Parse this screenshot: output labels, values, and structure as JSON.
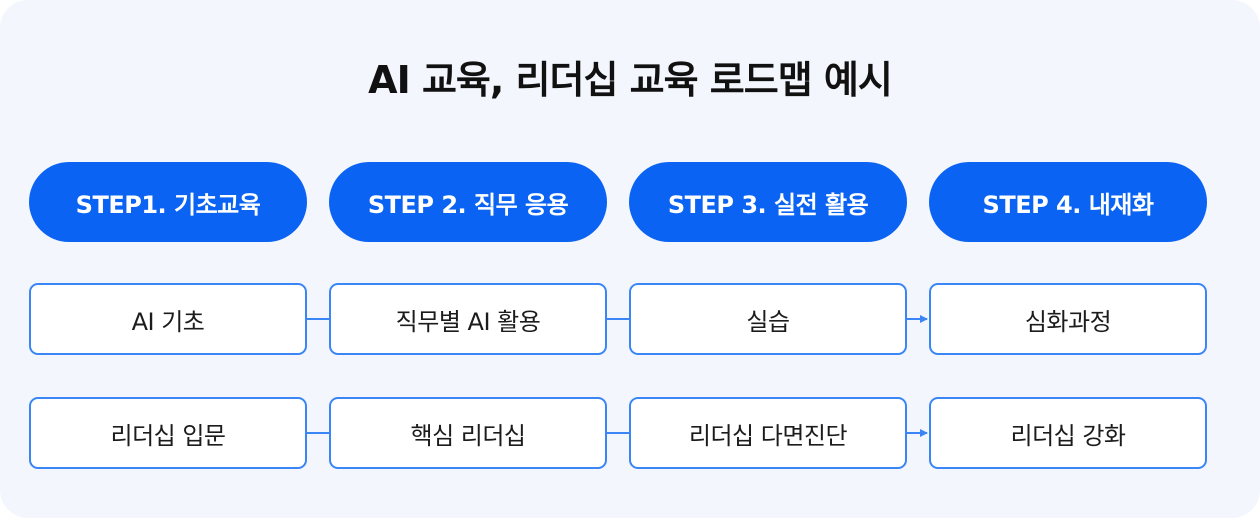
{
  "title": "AI 교육, 리더십 교육 로드맵 예시",
  "steps": [
    {
      "label": "STEP1. 기초교육"
    },
    {
      "label": "STEP 2. 직무 응용"
    },
    {
      "label": "STEP 3. 실전 활용"
    },
    {
      "label": "STEP 4. 내재화"
    }
  ],
  "rows": [
    {
      "items": [
        "AI 기초",
        "직무별 AI 활용",
        "실습",
        "심화과정"
      ]
    },
    {
      "items": [
        "리더십 입문",
        "핵심 리더십",
        "리더십 다면진단",
        "리더십 강화"
      ]
    }
  ],
  "colors": {
    "background": "#f3f6fd",
    "step_fill": "#0a63f2",
    "box_border": "#3b86f6",
    "connector": "#3b86f6"
  }
}
